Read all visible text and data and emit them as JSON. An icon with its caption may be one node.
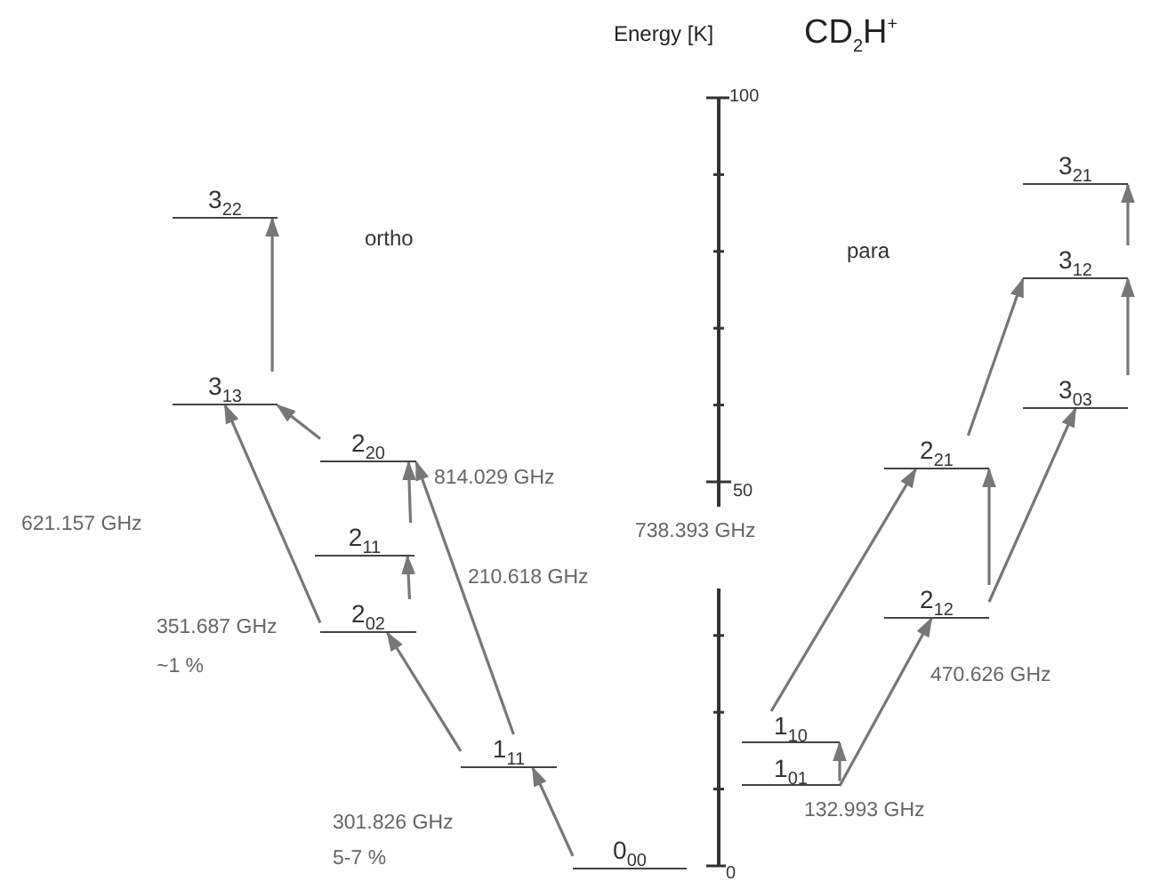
{
  "diagram": {
    "title": "CD$_{2}$H$^{+}$",
    "nodes": [
      {
        "text": [
          "3$_{22}$"
        ]
      },
      {
        "text": [
          "3$_{13}$"
        ]
      },
      {
        "text": [
          "2$_{20}$"
        ]
      },
      {
        "text": [
          "2$_{11}$"
        ]
      },
      {
        "text": [
          "2$_{02}$"
        ]
      },
      {
        "text": [
          "1$_{11}$"
        ]
      },
      {
        "text": [
          "0$_{00}$"
        ]
      },
      {
        "text": [
          "3$_{21}$"
        ]
      },
      {
        "text": [
          "3$_{12}$"
        ]
      },
      {
        "text": [
          "3$_{03}$"
        ]
      },
      {
        "text": [
          "2$_{21}$"
        ]
      },
      {
        "text": [
          "2$_{12}$"
        ]
      },
      {
        "text": [
          "1$_{10}$"
        ]
      },
      {
        "text": [
          "1$_{01}$"
        ]
      }
    ],
    "edges": [
      {
        "from": 6,
        "to": 5,
        "arrow": "to"
      },
      {
        "from": 5,
        "to": 4,
        "arrow": "to"
      },
      {
        "from": 5,
        "to": 2,
        "arrow": "to"
      },
      {
        "from": 4,
        "to": 3,
        "arrow": "to"
      },
      {
        "from": 3,
        "to": 2,
        "arrow": "to"
      },
      {
        "from": 4,
        "to": 1,
        "arrow": "to"
      },
      {
        "from": 2,
        "to": 1,
        "arrow": "to"
      },
      {
        "from": 1,
        "to": 0,
        "arrow": "to"
      },
      {
        "from": 13,
        "to": 12,
        "arrow": "to"
      },
      {
        "from": 13,
        "to": 11,
        "arrow": "to"
      },
      {
        "from": 12,
        "to": 10,
        "arrow": "to"
      },
      {
        "from": 11,
        "to": 10,
        "arrow": "to"
      },
      {
        "from": 11,
        "to": 9,
        "arrow": "to"
      },
      {
        "from": 10,
        "to": 8,
        "arrow": "to"
      },
      {
        "from": 9,
        "to": 8,
        "arrow": "to"
      },
      {
        "from": 8,
        "to": 7,
        "arrow": "to"
      }
    ],
    "labels": [
      "Energy [K]",
      "100",
      "ortho",
      "para",
      "814.029 GHz",
      "621.157 GHz",
      "50",
      "738.393 GHz",
      "210.618 GHz",
      "351.687 GHz",
      "~1 %",
      "470.626 GHz",
      "132.993 GHz",
      "301.826 GHz",
      "5-7 %",
      "0"
    ]
  }
}
